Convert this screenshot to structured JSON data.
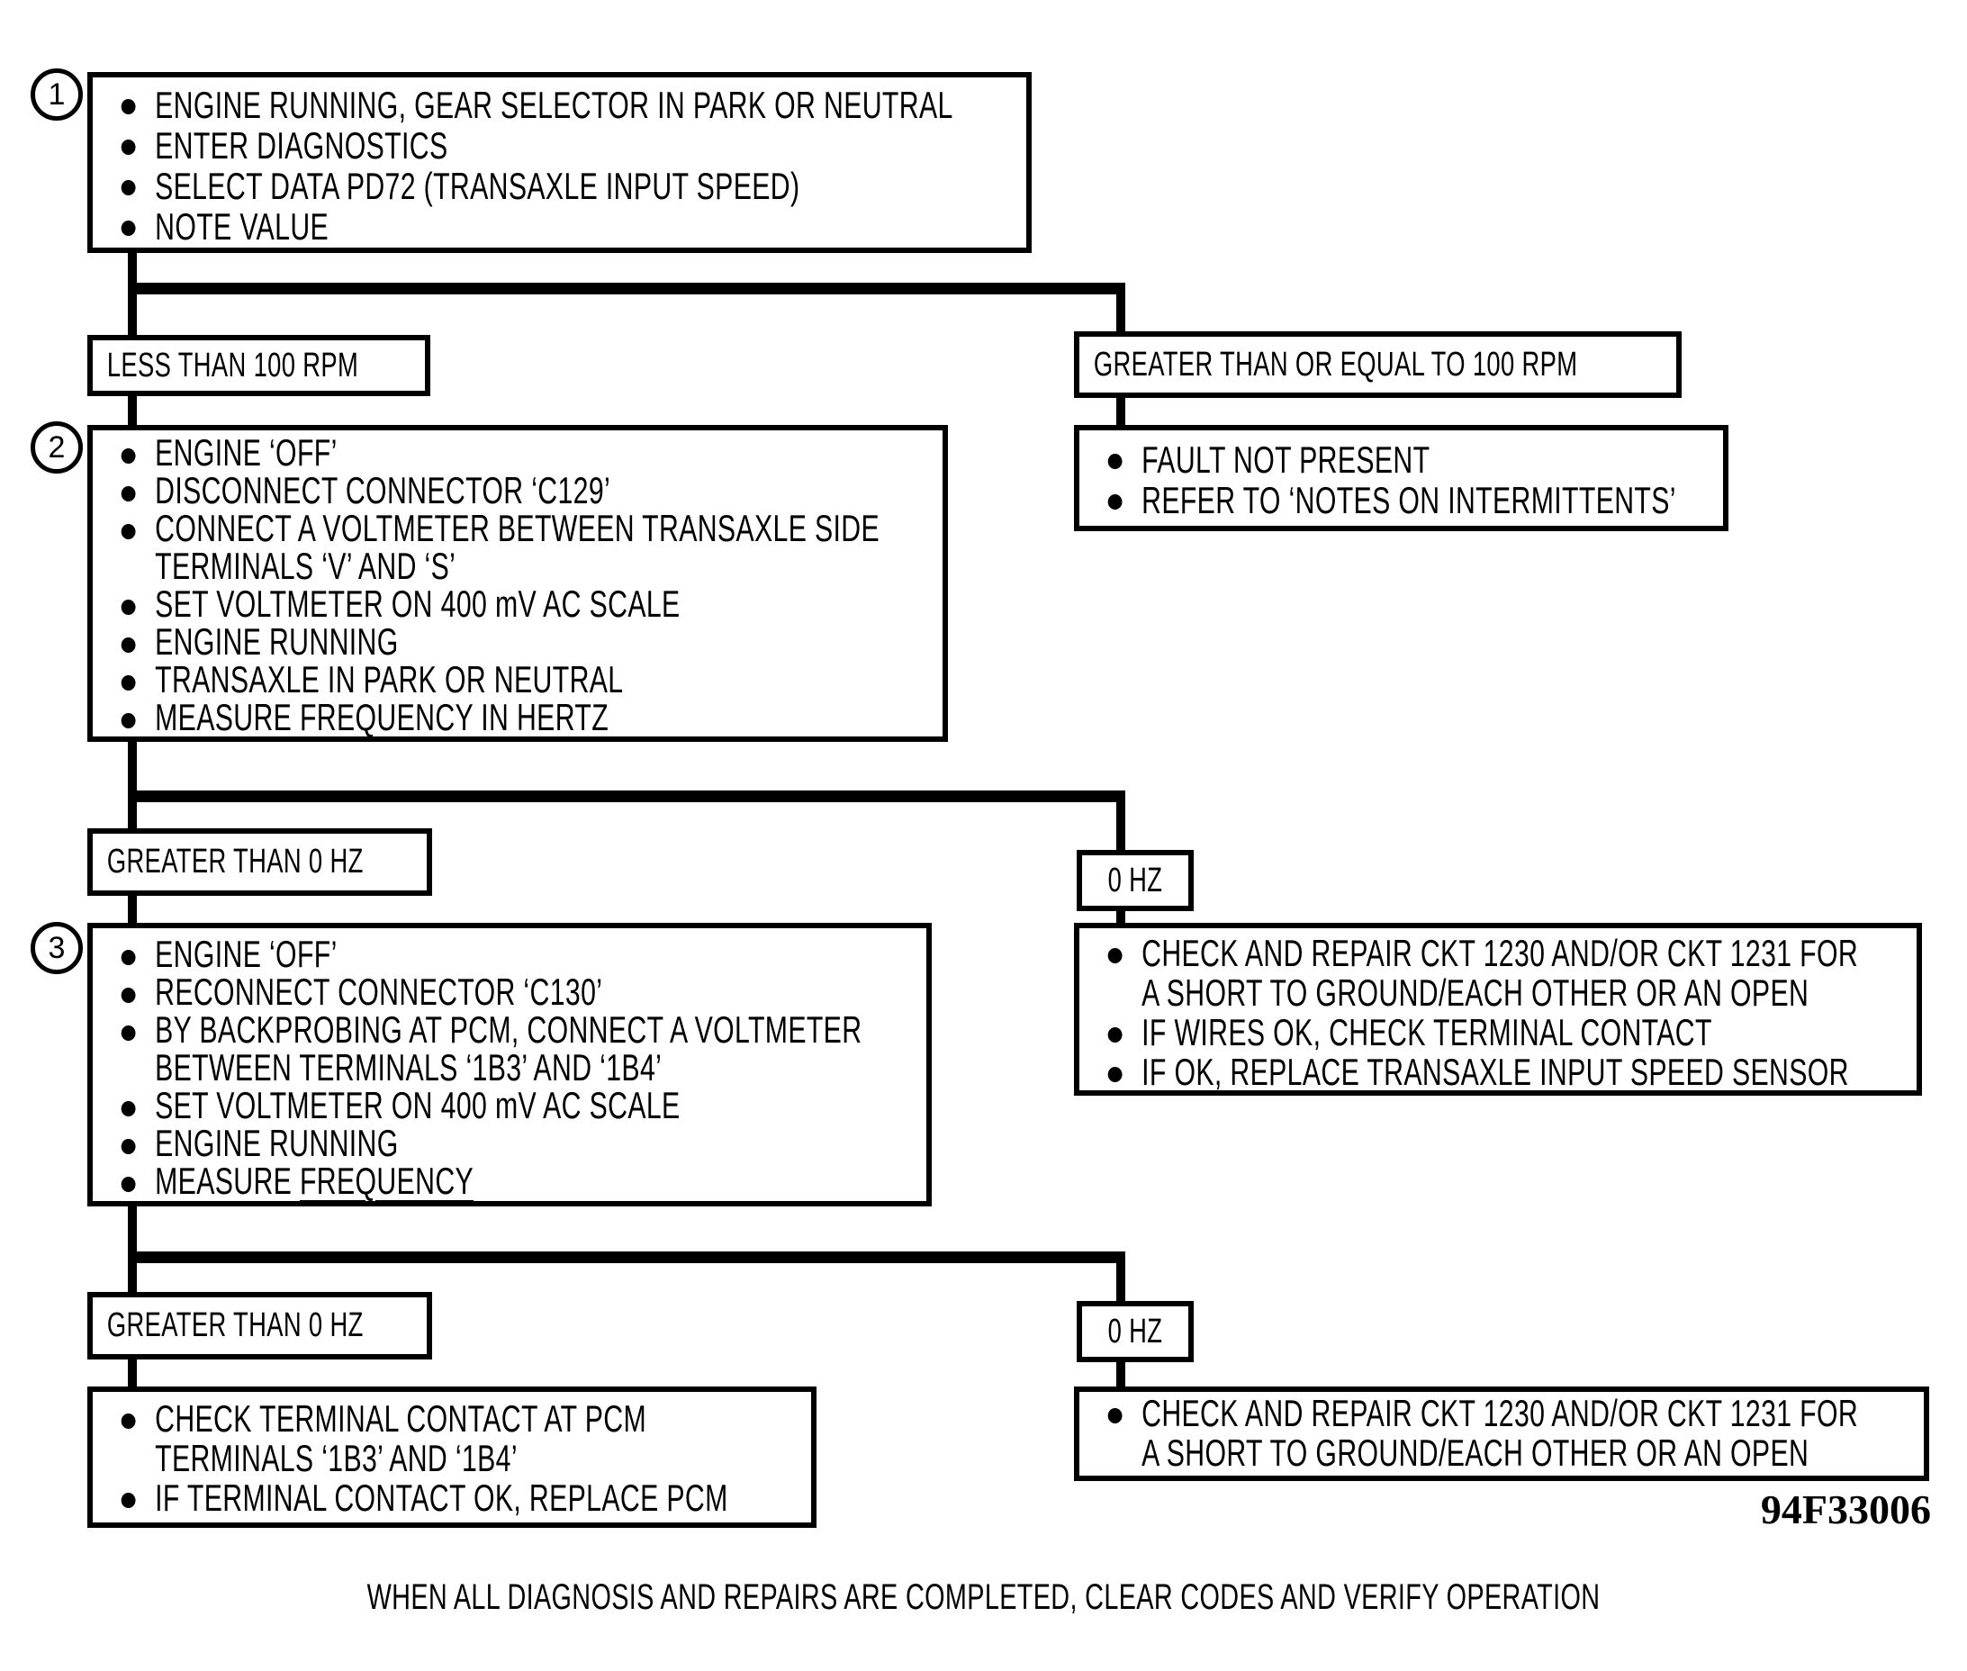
{
  "colors": {
    "ink": "#000000",
    "paper": "#ffffff"
  },
  "steps": {
    "step1": {
      "number": "1",
      "items": [
        "ENGINE RUNNING, GEAR SELECTOR IN PARK OR NEUTRAL",
        "ENTER DIAGNOSTICS",
        "SELECT DATA PD72 (TRANSAXLE INPUT SPEED)",
        "NOTE VALUE"
      ]
    },
    "step2": {
      "number": "2",
      "items": [
        "ENGINE ‘OFF’",
        "DISCONNECT CONNECTOR ‘C129’",
        "CONNECT A VOLTMETER BETWEEN TRANSAXLE SIDE\nTERMINALS ‘V’ AND ‘S’",
        "SET VOLTMETER ON 400 mV AC SCALE",
        "ENGINE RUNNING",
        "TRANSAXLE IN PARK OR NEUTRAL"
      ],
      "measure": {
        "pre": "MEASURE ",
        "underlined": "FREQUENCY",
        "post": " IN HERTZ"
      }
    },
    "step3": {
      "number": "3",
      "items": [
        "ENGINE ‘OFF’",
        "RECONNECT CONNECTOR ‘C130’",
        "BY BACKPROBING AT PCM, CONNECT A VOLTMETER\nBETWEEN TERMINALS ‘1B3’ AND ‘1B4’",
        "SET VOLTMETER ON 400 mV AC SCALE",
        "ENGINE RUNNING"
      ],
      "measure": {
        "pre": "MEASURE ",
        "underlined": "FREQUENCY",
        "post": ""
      }
    }
  },
  "branches": {
    "lt100": "LESS THAN 100 RPM",
    "gte100": "GREATER THAN OR EQUAL TO 100 RPM",
    "gt0_first": "GREATER THAN 0 HZ",
    "zero_first": "0 HZ",
    "gt0_second": "GREATER THAN 0 HZ",
    "zero_second": "0 HZ"
  },
  "results": {
    "fault_not_present": {
      "items": [
        "FAULT NOT PRESENT",
        "REFER TO ‘NOTES ON INTERMITTENTS’"
      ]
    },
    "check_repair_sensor": {
      "items": [
        "CHECK AND REPAIR CKT 1230 AND/OR CKT 1231 FOR\nA SHORT TO GROUND/EACH OTHER OR AN OPEN",
        "IF WIRES OK, CHECK TERMINAL CONTACT",
        "IF OK, REPLACE TRANSAXLE INPUT SPEED SENSOR"
      ]
    },
    "check_pcm": {
      "items": [
        "CHECK TERMINAL CONTACT AT PCM\nTERMINALS ‘1B3’ AND ‘1B4’",
        "IF TERMINAL CONTACT OK, REPLACE PCM"
      ]
    },
    "check_repair_open": {
      "items": [
        "CHECK AND REPAIR CKT 1230 AND/OR CKT 1231 FOR\nA SHORT TO GROUND/EACH OTHER OR AN OPEN"
      ]
    }
  },
  "footer": {
    "text": "WHEN ALL DIAGNOSIS AND REPAIRS ARE COMPLETED, CLEAR CODES AND VERIFY OPERATION"
  },
  "figure": {
    "code": "94F33006"
  }
}
